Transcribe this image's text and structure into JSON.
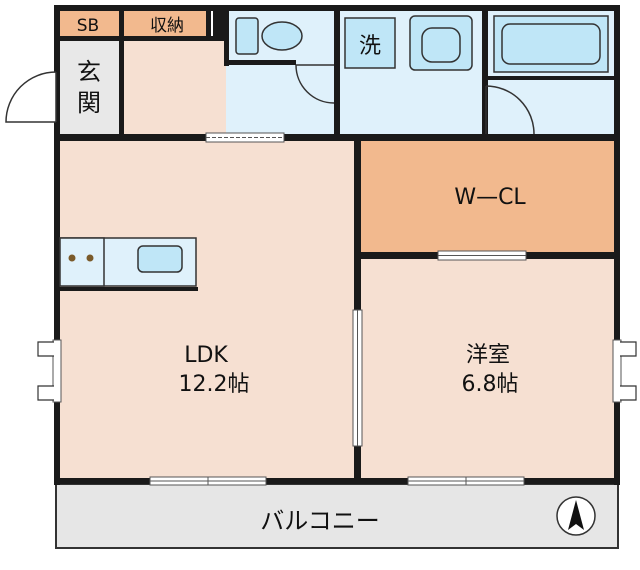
{
  "floor_plan": {
    "rooms": {
      "sb": "SB",
      "storage": "収納",
      "entrance_line1": "玄",
      "entrance_line2": "関",
      "washroom": "洗",
      "walk_in_closet": "W—CL",
      "ldk_name": "LDK",
      "ldk_size": "12.2帖",
      "western_room_name": "洋室",
      "western_room_size": "6.8帖",
      "balcony": "バルコニー"
    },
    "colors": {
      "wall": "#1a1a1a",
      "room_floor": "#f6e0d2",
      "closet_floor": "#f2b98e",
      "wet_area": "#dff1fb",
      "fixture": "#bfe6f7",
      "balcony": "#e6e6e6",
      "entrance": "#e8e8e8"
    },
    "icons": {
      "north": "north-arrow-icon",
      "toilet": "toilet-icon",
      "bathtub": "bathtub-icon",
      "washbasin": "washbasin-icon",
      "kitchen_sink": "kitchen-sink-icon"
    }
  }
}
